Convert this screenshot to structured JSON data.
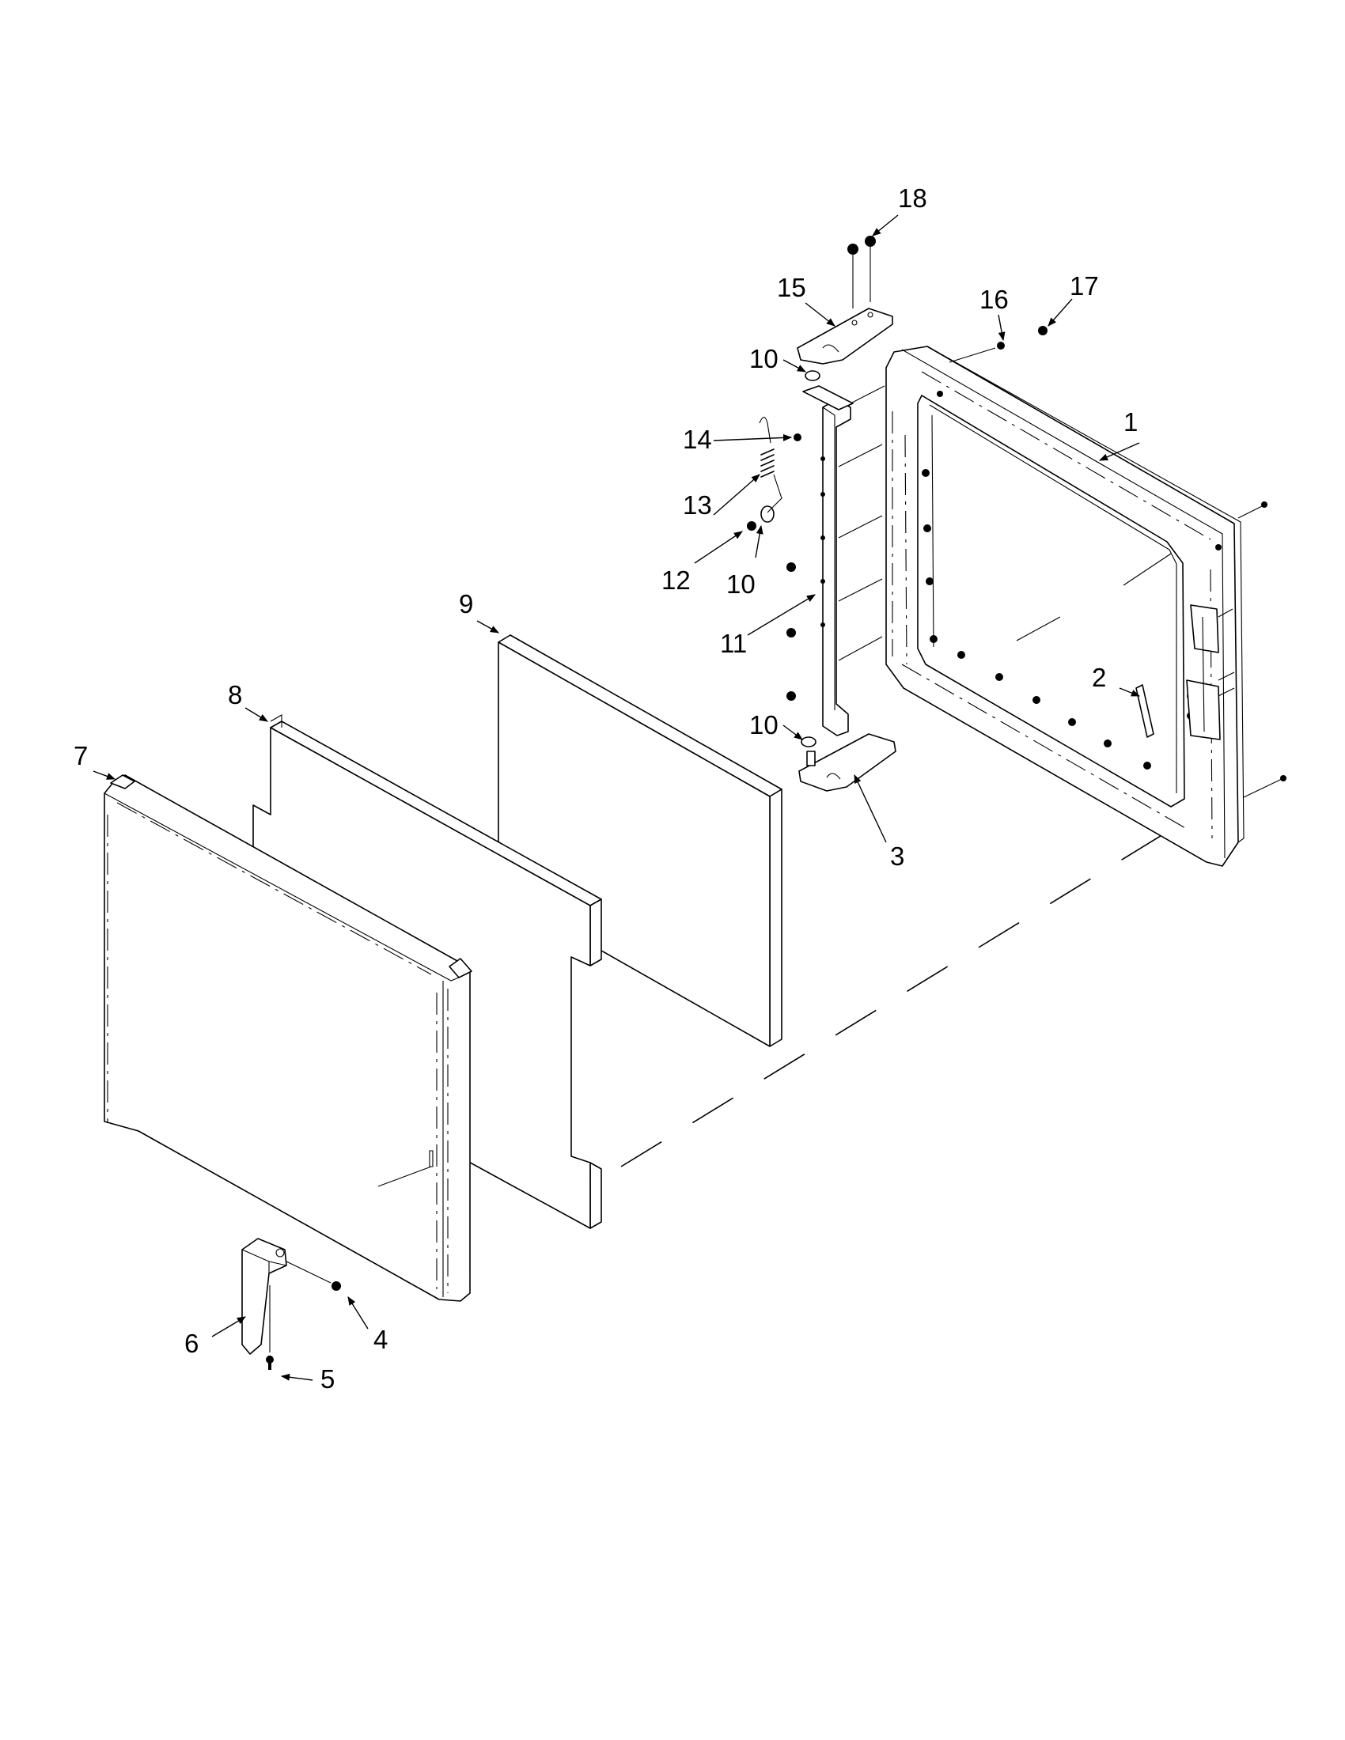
{
  "callouts": [
    "1",
    "2",
    "3",
    "4",
    "5",
    "6",
    "7",
    "8",
    "9",
    "10",
    "10",
    "10",
    "11",
    "12",
    "13",
    "14",
    "15",
    "16",
    "17",
    "18"
  ]
}
